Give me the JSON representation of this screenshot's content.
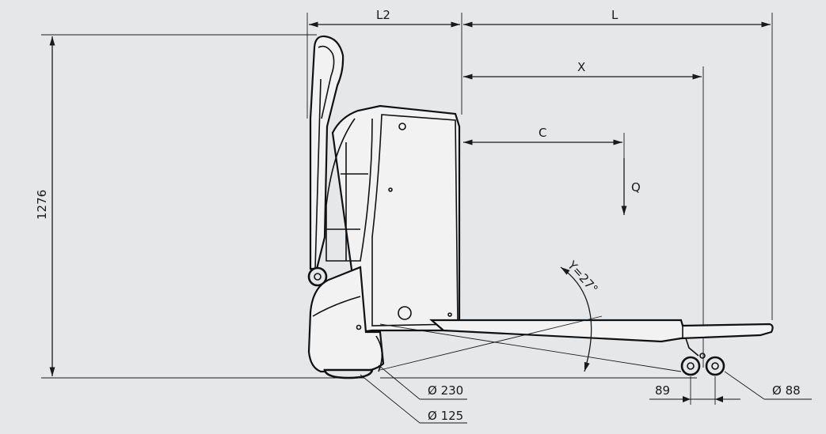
{
  "diagram": {
    "colors": {
      "background": "#e6e7e9",
      "line": "#1a1a1a"
    },
    "labels": {
      "dim_l2": "L2",
      "dim_l": "L",
      "dim_x": "X",
      "dim_c": "C",
      "load_q": "Q",
      "height": "1276",
      "angle": "Y=27°",
      "drive_wheel": "Ø 230",
      "support_wheel": "Ø 125",
      "load_wheel": "Ø 88",
      "load_wheel_offset": "89"
    }
  }
}
